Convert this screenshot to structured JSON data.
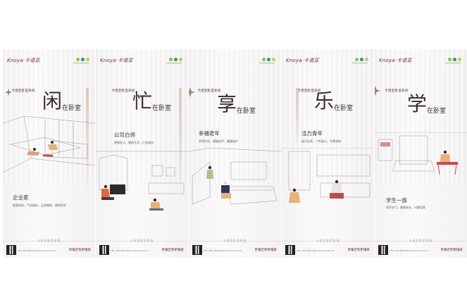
{
  "brand": {
    "logo": "Knoya·卡诺亚",
    "slogan": "更懂定制更懂家",
    "system": "卡诺亚卧室系统"
  },
  "brand_colors": {
    "dot1": "#8bbf5a",
    "dot2": "#3f8f6e",
    "dot3": "#b9cf63",
    "accent": "#6b2d5c"
  },
  "footer": {
    "center": "卡诺亚卧室系统",
    "contact": "TEL: 400-888-0000\nwww.knoya.com"
  },
  "posters": [
    {
      "char": "闲",
      "room": "在卧室",
      "persona": "企业家",
      "desc": "惬意休闲，气质放松，品质睡眠，精致家宅"
    },
    {
      "char": "忙",
      "room": "在卧室",
      "persona": "公司白领",
      "desc": "便捷办公，睡前生活，忙里偷闲"
    },
    {
      "char": "享",
      "room": "在卧室",
      "persona": "幸福老年",
      "desc": "享受时光，便捷关怀，健康陪护"
    },
    {
      "char": "乐",
      "room": "在卧室",
      "persona": "活力青年",
      "desc": "娱乐玩家，个性展示，专属领地"
    },
    {
      "char": "学",
      "room": "在卧室",
      "persona": "学生一族",
      "desc": "好好学习，健康成长，兴趣培养"
    }
  ]
}
